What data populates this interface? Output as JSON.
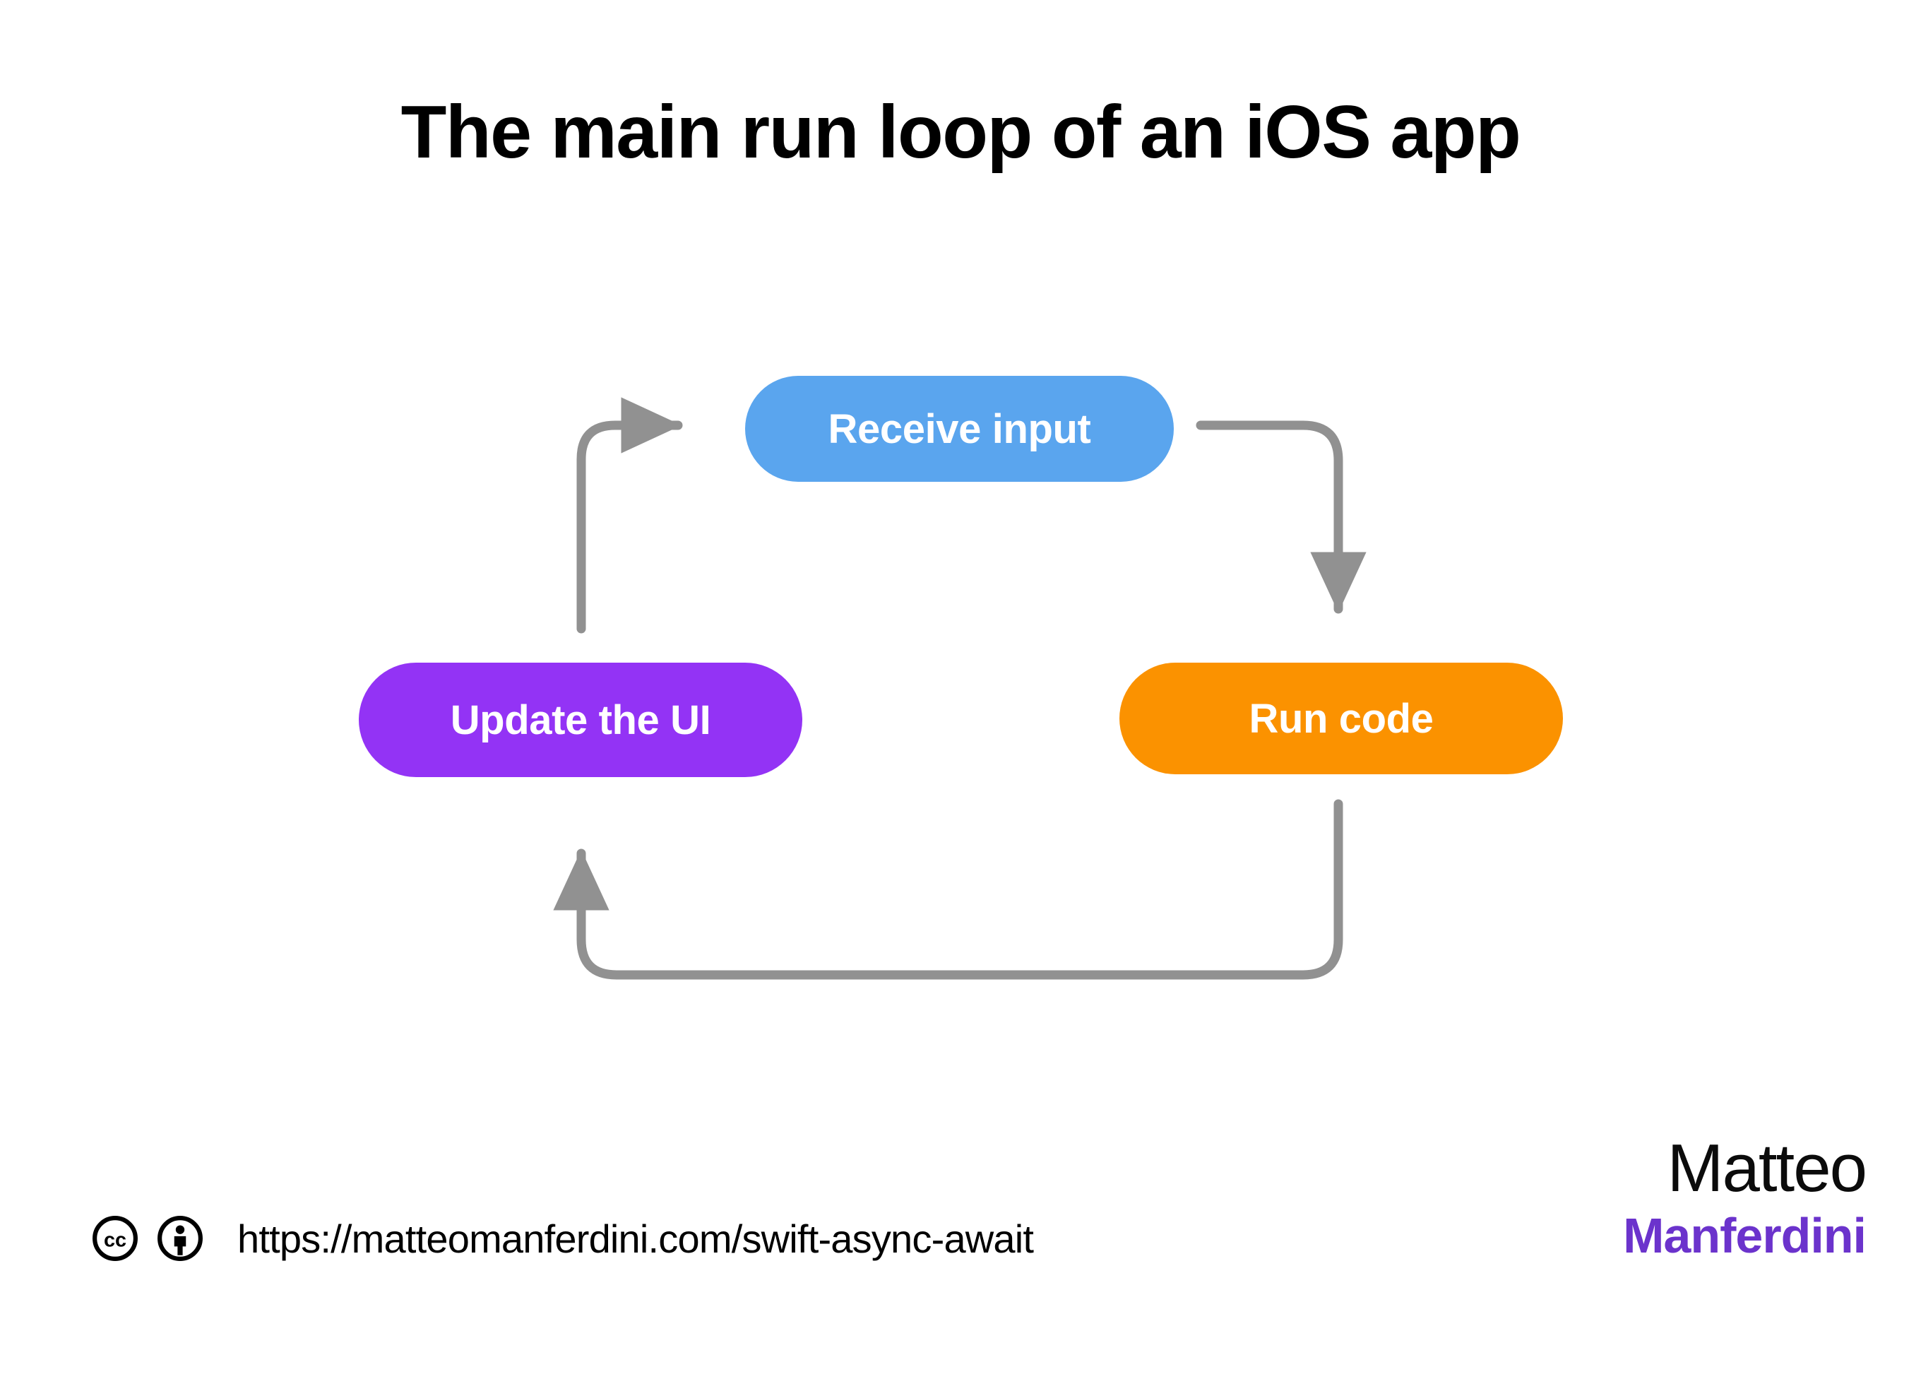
{
  "page": {
    "title": "The main run loop of an iOS app",
    "background_color": "#FFFFFF"
  },
  "diagram": {
    "type": "cycle-flow",
    "nodes": [
      {
        "id": "receive-input",
        "label": "Receive input",
        "color": "#5AA5EE",
        "text_color": "#FFFFFF",
        "position": "top-center"
      },
      {
        "id": "run-code",
        "label": "Run code",
        "color": "#FB9200",
        "text_color": "#FFFFFF",
        "position": "middle-right"
      },
      {
        "id": "update-ui",
        "label": "Update the UI",
        "color": "#9333F5",
        "text_color": "#FFFFFF",
        "position": "middle-left"
      }
    ],
    "edges": [
      {
        "id": "edge-receive-to-run",
        "from": "receive-input",
        "to": "run-code",
        "color": "#919191"
      },
      {
        "id": "edge-run-to-update",
        "from": "run-code",
        "to": "update-ui",
        "color": "#919191"
      },
      {
        "id": "edge-update-to-receive",
        "from": "update-ui",
        "to": "receive-input",
        "color": "#919191"
      }
    ],
    "arrow_color": "#919191"
  },
  "footer": {
    "license_icons": [
      "cc-icon",
      "cc-by-person-icon"
    ],
    "url": "https://matteomanferdini.com/swift-async-await"
  },
  "logo": {
    "first_name": "Matteo",
    "last_name": "Manferdini",
    "accent_color": "#6B33CC"
  }
}
